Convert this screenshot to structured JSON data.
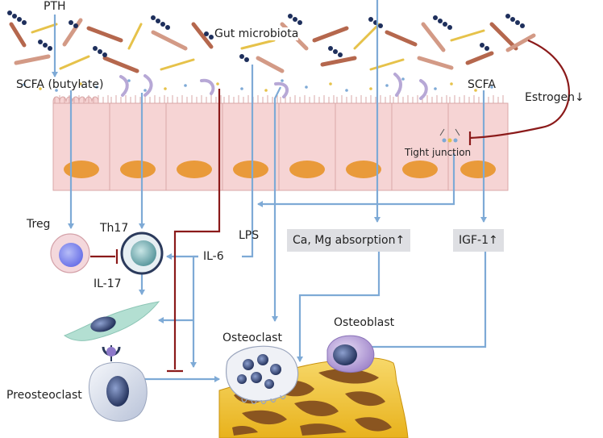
{
  "labels": {
    "pth": "PTH",
    "gut_microbiota": "Gut microbiota",
    "scfa_butylate": "SCFA (butylate)",
    "scfa": "SCFA",
    "estrogen": "Estrogen↓",
    "tight_junction": "Tight junction",
    "treg": "Treg",
    "th17": "Th17",
    "il17": "IL-17",
    "il6": "IL-6",
    "lps": "LPS",
    "ca_mg": "Ca, Mg absorption↑",
    "igf1": "IGF-1↑",
    "osteoclast": "Osteoclast",
    "osteoblast": "Osteoblast",
    "preosteoclast": "Preosteoclast"
  },
  "colors": {
    "stimulate_arrow": "#7eaad6",
    "inhibit_line": "#8b1a1a",
    "epithelium": "#f6d4d4",
    "nucleus": "#e99a3a",
    "bone": "#f2c12e",
    "bone_pore": "#8a5520",
    "box": "#dedfe3"
  }
}
